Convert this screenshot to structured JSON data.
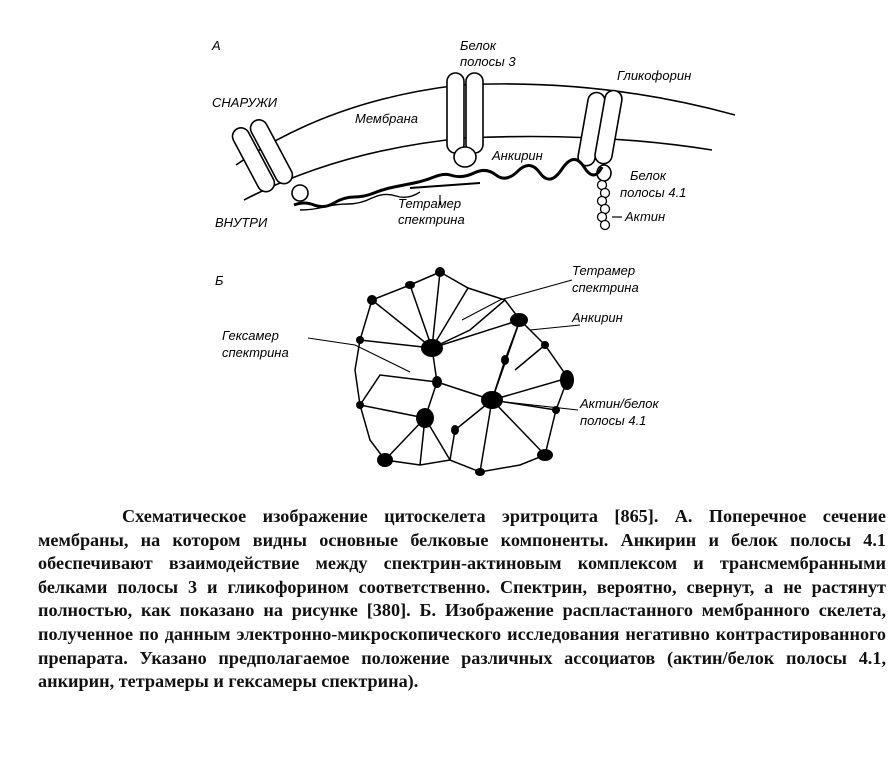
{
  "panel_a": {
    "letter": "А",
    "outside": "СНАРУЖИ",
    "inside": "ВНУТРИ",
    "membrane": "Мембрана",
    "band3": [
      "Белок",
      "полосы 3"
    ],
    "glycophorin": "Гликофорин",
    "ankyrin": "Анкирин",
    "band41": [
      "Белок",
      "полосы 4.1"
    ],
    "actin": "Актин",
    "spectrin_tetramer": [
      "Тетрамер",
      "спектрина"
    ]
  },
  "panel_b": {
    "letter": "Б",
    "tetramer": [
      "Тетрамер",
      "спектрина"
    ],
    "ankyrin": "Анкирин",
    "hexamer": [
      "Гексамер",
      "спектрина"
    ],
    "actin_band41": [
      "Актин/белок",
      "полосы 4.1"
    ]
  },
  "caption": "Схематическое изображение цитоскелета эритроцита [865]. А. Поперечное сечение мембраны, на котором видны основные белковые компоненты. Анкирин и белок полосы 4.1 обеспечивают взаимодействие между спектрин-актиновым комплексом и трансмембранными белками полосы 3 и гликофорином соответственно. Спектрин, вероятно, свернут, а не растянут полностью, как показано на рисунке [380]. Б. Изображение распластанного мембранного скелета, полученное по данным электронно-микроскопического исследования негативно контрастированного препарата. Указано предполагаемое положение различных ассоциатов (актин/белок полосы 4.1, анкирин, тетрамеры и гексамеры спектрина)."
}
